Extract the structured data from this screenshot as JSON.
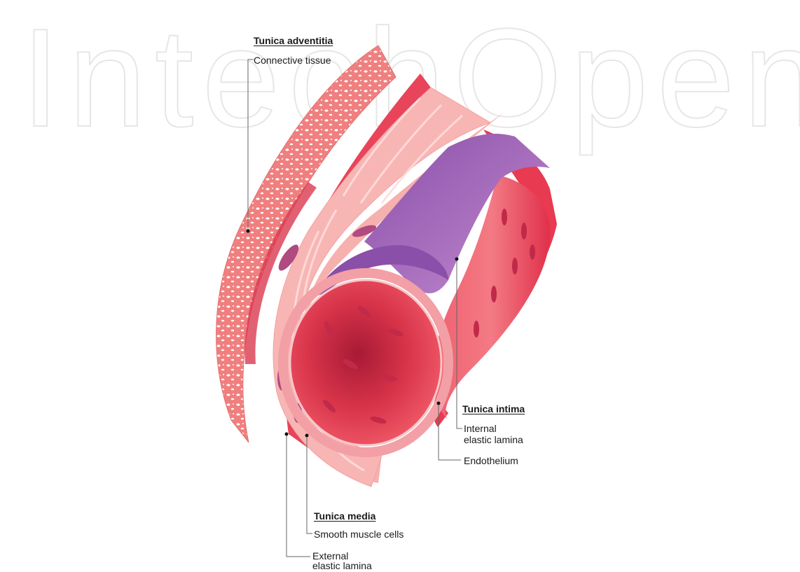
{
  "watermark": {
    "text": "IntechOpen"
  },
  "labels": {
    "adventitia_title": "Tunica adventitia",
    "adventitia_sub": "Connective tissue",
    "intima_title": "Tunica intima",
    "intima_iel_line1": "Internal",
    "intima_iel_line2": "elastic lamina",
    "intima_endothelium": "Endothelium",
    "media_title": "Tunica media",
    "media_sub": "Smooth muscle cells",
    "media_eel_line1": "External",
    "media_eel_line2": "elastic lamina"
  },
  "colors": {
    "adventitia": "#f28a86",
    "media_outer": "#f6b0ae",
    "media_stripe": "#e8445a",
    "elastic": "#a070b8",
    "intima_cells": "#ee4c5c",
    "lumen": "#c01f3a",
    "nuclei": "#b23a6a",
    "label_line": "#555555"
  }
}
